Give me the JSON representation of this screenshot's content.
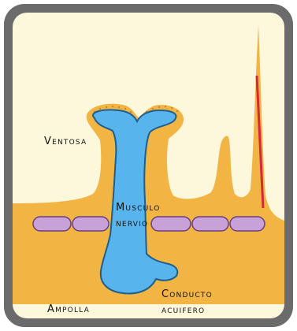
{
  "labels": {
    "ventosa": "Ventosa",
    "musculo": "Musculo",
    "nervio": "nervio",
    "conducto": "Conducto",
    "acuifero": "acuifero",
    "ampolla": "Ampolla"
  },
  "colors": {
    "frame": "#6b6b6b",
    "background": "#fdf7dc",
    "tissue": "#f2b544",
    "tissue_dots": "#c9872a",
    "water_system": "#58b4ec",
    "water_outline": "#1f5f8f",
    "muscle_nerve": "#c7a1d8",
    "muscle_outline": "#6a3f7c",
    "spine_line": "#d6283c",
    "text": "#111111"
  }
}
